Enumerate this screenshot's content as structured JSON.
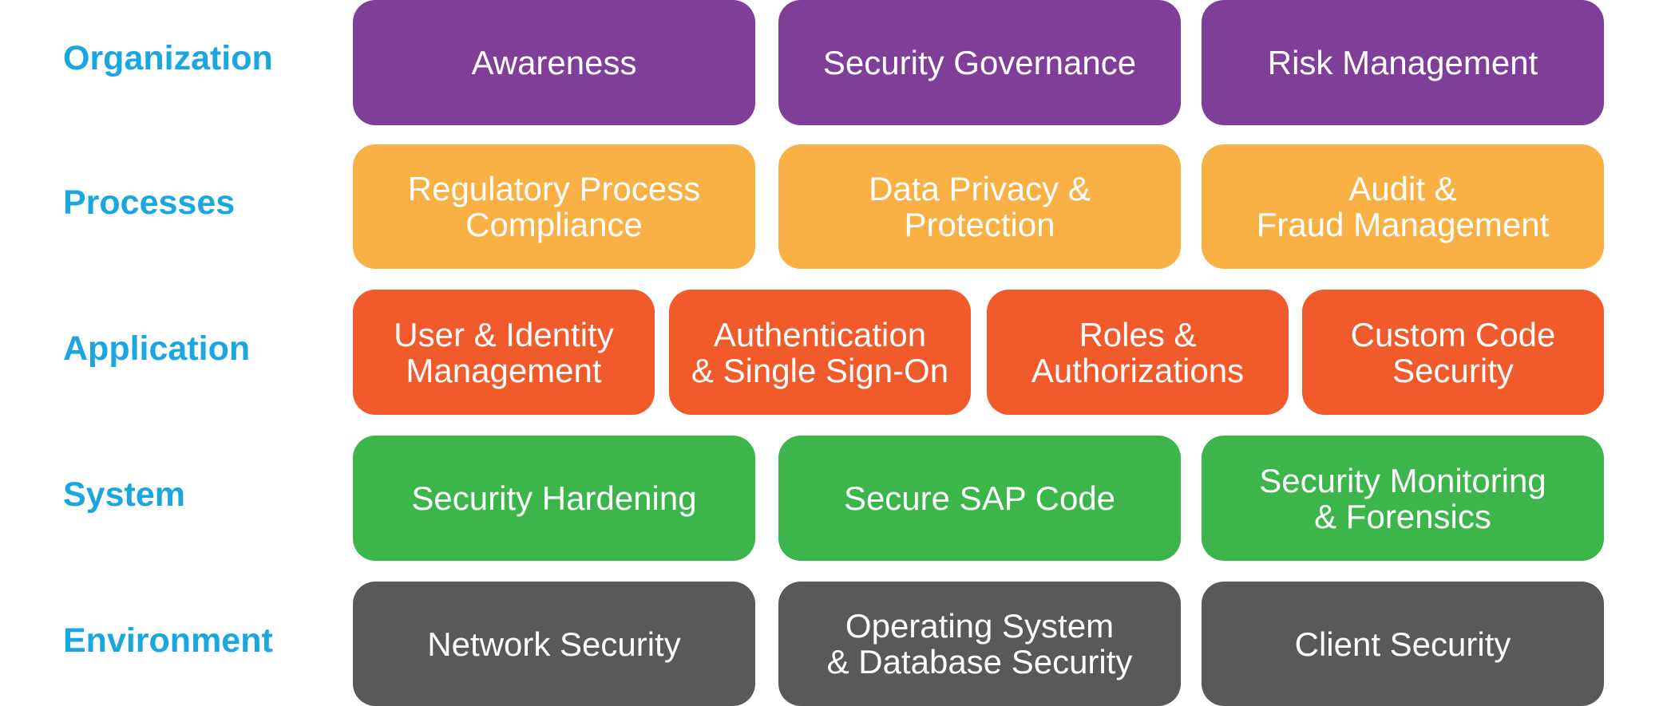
{
  "colors": {
    "label": "#1aa7e0",
    "organization": "#7f3f98",
    "processes": "#f9b044",
    "application": "#f15a2b",
    "system": "#3cb64a",
    "environment": "#58595b",
    "box_text": "#ffffff"
  },
  "rows": [
    {
      "label": "Organization",
      "boxes": [
        "Awareness",
        "Security Governance",
        "Risk Management"
      ]
    },
    {
      "label": "Processes",
      "boxes": [
        "Regulatory Process\nCompliance",
        "Data Privacy &\nProtection",
        "Audit &\nFraud Management"
      ]
    },
    {
      "label": "Application",
      "boxes": [
        "User & Identity\nManagement",
        "Authentication\n& Single Sign-On",
        "Roles &\nAuthorizations",
        "Custom Code\nSecurity"
      ]
    },
    {
      "label": "System",
      "boxes": [
        "Security Hardening",
        "Secure SAP Code",
        "Security Monitoring\n& Forensics"
      ]
    },
    {
      "label": "Environment",
      "boxes": [
        "Network Security",
        "Operating System\n& Database Security",
        "Client Security"
      ]
    }
  ]
}
